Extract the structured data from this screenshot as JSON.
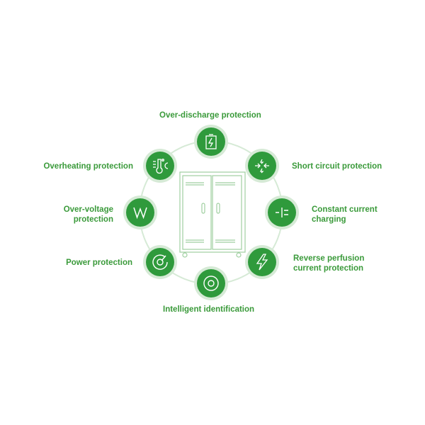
{
  "colors": {
    "accent": "#2f9a3c",
    "ring": "#d6ead6",
    "text": "#3a9a3a"
  },
  "features": [
    {
      "id": "over-discharge",
      "label": "Over-discharge protection",
      "icon": "battery-bolt-icon"
    },
    {
      "id": "short-circuit",
      "label": "Short circuit protection",
      "icon": "short-circuit-icon"
    },
    {
      "id": "constant-current",
      "label1": "Constant current",
      "label2": "charging",
      "icon": "capacitor-icon"
    },
    {
      "id": "reverse-perfusion",
      "label1": "Reverse perfusion",
      "label2": "current protection",
      "icon": "lightning-icon"
    },
    {
      "id": "intelligent-identification",
      "label": "Intelligent identification",
      "icon": "target-icon"
    },
    {
      "id": "power",
      "label": "Power protection",
      "icon": "gauge-icon"
    },
    {
      "id": "over-voltage",
      "label1": "Over-voltage",
      "label2": "protection",
      "icon": "wave-icon"
    },
    {
      "id": "overheating",
      "label": "Overheating protection",
      "icon": "thermometer-icon"
    }
  ]
}
